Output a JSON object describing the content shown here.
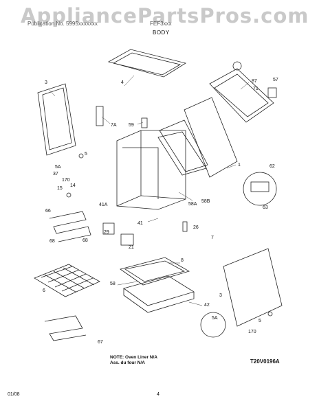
{
  "watermark": "AppliancePartsPros.com",
  "header": {
    "left": "Publication No. 5995xxxxxxx",
    "right": "FEF3xxx"
  },
  "section_title": "BODY",
  "callouts": {
    "c3a": "3",
    "c4": "4",
    "c87": "87",
    "c71": "71",
    "c57": "57",
    "c7a": "7A",
    "c59": "59",
    "c5": "5",
    "c5a": "5A",
    "c37": "37",
    "c170": "170",
    "c14": "14",
    "c15": "15",
    "c1": "1",
    "c62": "62",
    "c41a": "41A",
    "c58a": "58A",
    "c58b": "58B",
    "c63": "63",
    "c66": "66",
    "c68a": "68",
    "c68b": "68",
    "c41": "41",
    "c29": "29",
    "c21": "21",
    "c26": "26",
    "c7": "7",
    "c8": "8",
    "c58": "58",
    "c6": "6",
    "c42": "42",
    "c3b": "3",
    "c5a2": "5A",
    "c5b": "5",
    "c170b": "170",
    "c67": "67"
  },
  "note": {
    "line1": "NOTE: Oven Liner N/A",
    "line2": "Ass. du four N/A"
  },
  "figure_id": "T20V0196A",
  "footer": {
    "date": "01/08",
    "page": "4"
  }
}
